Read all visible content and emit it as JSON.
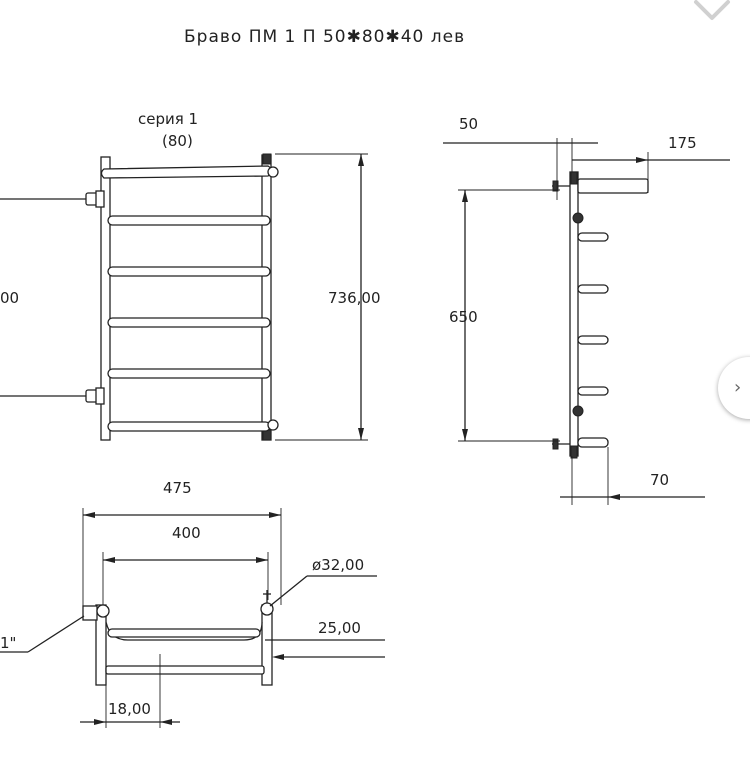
{
  "title": "Браво ПМ 1 П 50✱80✱40 лев",
  "front_view": {
    "series_line1": "серия 1",
    "series_line2": "(80)",
    "height_label": "736,00",
    "cut_left_label": "00"
  },
  "side_view": {
    "top_offset_label": "50",
    "depth_label": "175",
    "center_distance_label": "650",
    "bottom_depth_label": "70"
  },
  "top_view": {
    "overall_width_label": "475",
    "center_width_label": "400",
    "diameter_label": "ø32,00",
    "connection_label": "25,00",
    "offset_label": "18,00",
    "cut_label": "1\""
  },
  "controls": {
    "next_icon": "chevron-right-icon",
    "corner_icon": "chevron-down-icon"
  }
}
